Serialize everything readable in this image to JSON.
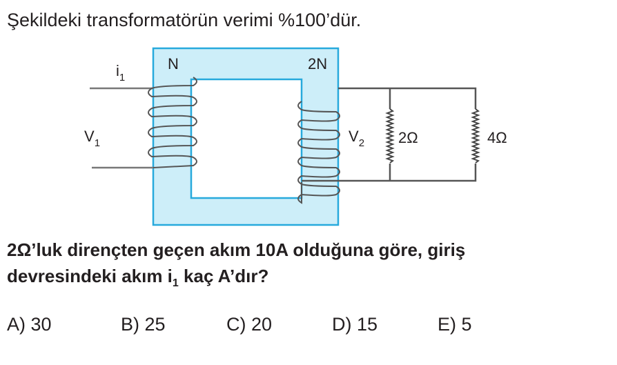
{
  "intro": "Şekildeki transformatörün verimi %100’dür.",
  "diagram": {
    "primary_turns": "N",
    "secondary_turns": "2N",
    "current_label": "i",
    "current_sub": "1",
    "v1_label": "V",
    "v1_sub": "1",
    "v2_label": "V",
    "v2_sub": "2",
    "r1": "2Ω",
    "r2": "4Ω",
    "core_color": "#cdeef9",
    "core_border": "#27a9dc"
  },
  "question": {
    "line1": "2Ω’luk dirençten geçen akım 10A olduğuna göre, giriş",
    "line2_a": "devresindeki akım i",
    "line2_sub": "1",
    "line2_b": " kaç A’dır?"
  },
  "options": [
    "A) 30",
    "B) 25",
    "C) 20",
    "D) 15",
    "E) 5"
  ]
}
